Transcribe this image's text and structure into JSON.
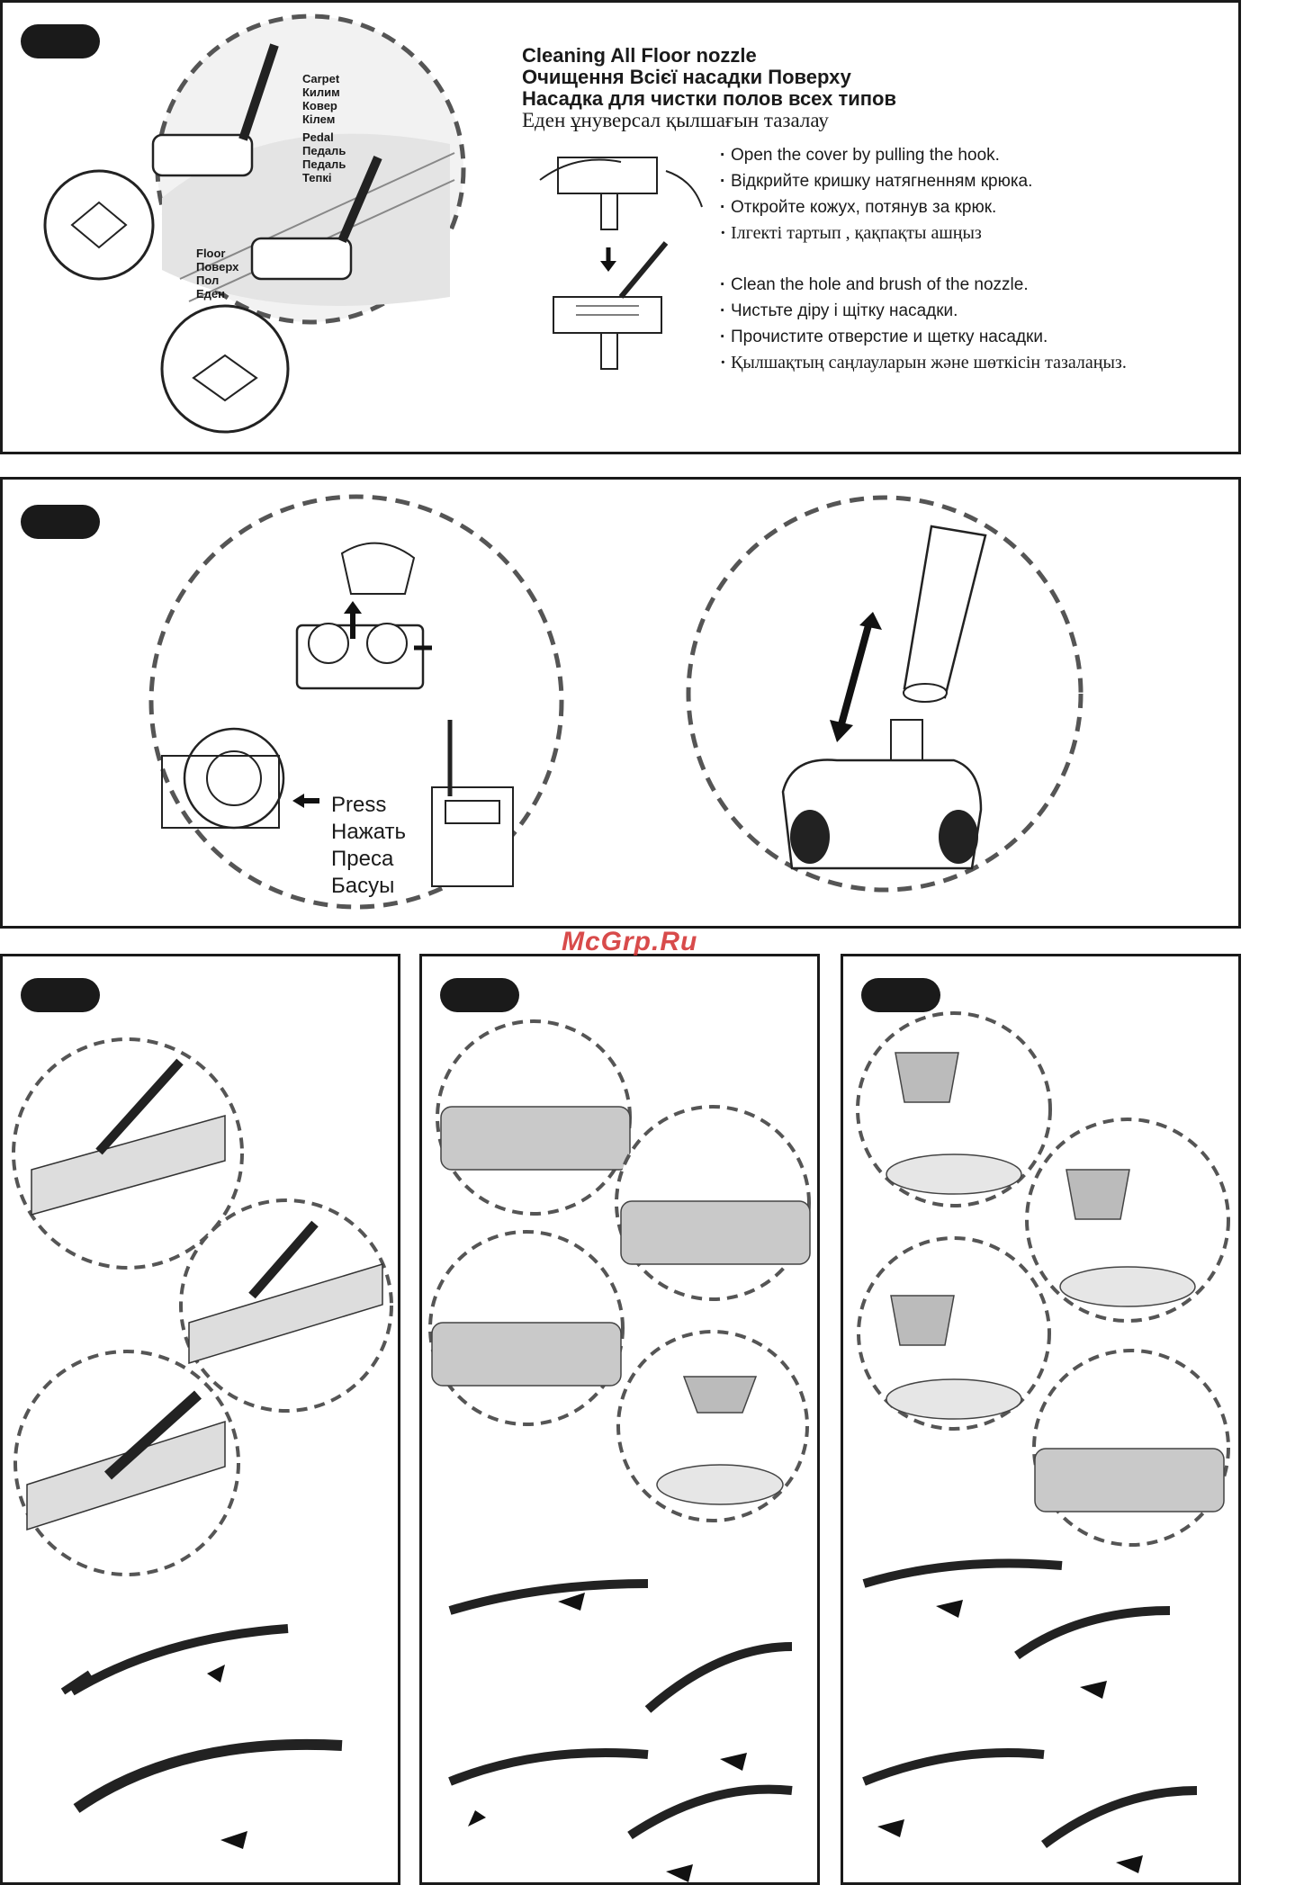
{
  "panel1": {
    "titles": [
      "Cleaning All Floor nozzle",
      "Очищення Всієї насадки Поверху",
      "Насадка для чистки полов всех типов",
      "Еден ұнуверсал қылшағын тазалау"
    ],
    "mode_labels": {
      "carpet": [
        "Carpet",
        "Килим",
        "Ковер",
        "Кілем",
        "Pedal",
        "Педаль",
        "Педаль",
        "Тепкі"
      ],
      "floor": [
        "Floor",
        "Поверх",
        "Пол",
        "Еден"
      ]
    },
    "bullets_open": [
      "Open the cover by pulling the hook.",
      "Відкрийте кришку натягненням крюка.",
      "Откройте кожух, потянув за крюк.",
      "Ілгекті тартып , қақпақты ашңыз"
    ],
    "bullets_clean": [
      "Clean the hole and brush of the nozzle.",
      "Чистьте діру і щітку насадки.",
      "Прочистите отверстие и щетку насадки.",
      "Қылшақтың саңлауларын және шөткісін тазалаңыз."
    ]
  },
  "panel2": {
    "press_labels": [
      "Press",
      "Нажать",
      "Преса",
      "Басуы"
    ]
  },
  "watermark": "McGrp.Ru"
}
